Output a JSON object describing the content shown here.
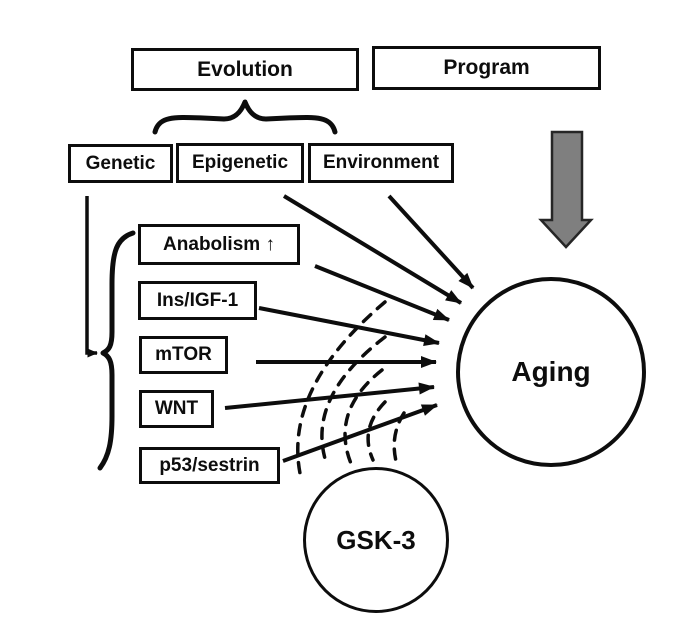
{
  "figure": {
    "top_row": [
      {
        "id": "evolution",
        "label": "Evolution"
      },
      {
        "id": "program",
        "label": "Program"
      }
    ],
    "factor_row": [
      {
        "id": "genetic",
        "label": "Genetic"
      },
      {
        "id": "epigenetic",
        "label": "Epigenetic"
      },
      {
        "id": "environment",
        "label": "Environment"
      }
    ],
    "pathway_column": [
      {
        "id": "anabolism",
        "label": "Anabolism ↑"
      },
      {
        "id": "ins-igf1",
        "label": "Ins/IGF-1"
      },
      {
        "id": "mtor",
        "label": "mTOR"
      },
      {
        "id": "wnt",
        "label": "WNT"
      },
      {
        "id": "p53-sestrin",
        "label": "p53/sestrin"
      }
    ],
    "nodes": {
      "aging": {
        "label": "Aging"
      },
      "gsk3": {
        "label": "GSK-3"
      }
    },
    "relations": [
      {
        "from": "Evolution",
        "to": "Genetic / Epigenetic / Environment",
        "style": "curly-brace"
      },
      {
        "from": "Genetic",
        "to": "pathway group",
        "style": "elbow-arrow-to-brace"
      },
      {
        "from": "Epigenetic",
        "to": "Aging",
        "style": "solid-arrow"
      },
      {
        "from": "Environment",
        "to": "Aging",
        "style": "solid-arrow"
      },
      {
        "from": "Anabolism ↑",
        "to": "Aging",
        "style": "solid-arrow"
      },
      {
        "from": "Ins/IGF-1",
        "to": "Aging",
        "style": "solid-arrow"
      },
      {
        "from": "mTOR",
        "to": "Aging",
        "style": "solid-arrow"
      },
      {
        "from": "WNT",
        "to": "Aging",
        "style": "solid-arrow"
      },
      {
        "from": "p53/sestrin",
        "to": "Aging",
        "style": "solid-arrow"
      },
      {
        "from": "Program",
        "to": "Aging",
        "style": "gray-block-arrow"
      },
      {
        "from": "GSK-3",
        "to": "pathway arrows",
        "style": "dashed-inhibition-arcs",
        "count": 5
      }
    ],
    "colors": {
      "ink": "#0d0d0d",
      "background": "#ffffff",
      "program_arrow_fill": "#7f7f7f",
      "program_arrow_outline": "#262626"
    }
  }
}
